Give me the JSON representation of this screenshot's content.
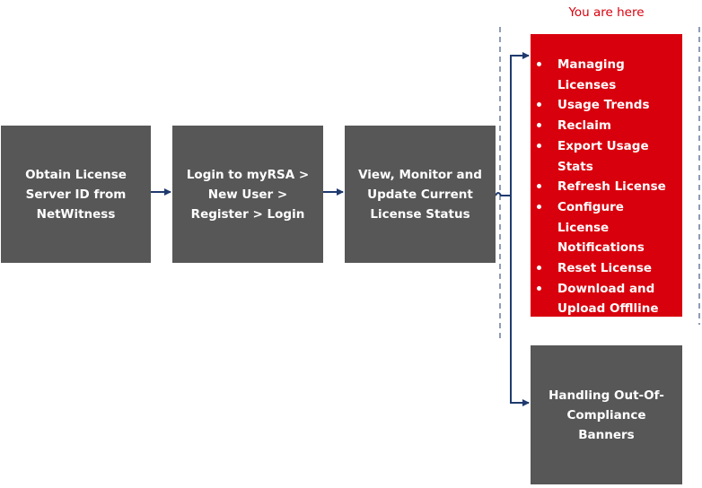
{
  "diagram": {
    "you_are_here": "You are here",
    "steps": [
      {
        "label": "Obtain License Server ID from NetWitness"
      },
      {
        "label": "Login to myRSA > New User > Register > Login"
      },
      {
        "label": "View, Monitor and Update Current License Status"
      }
    ],
    "current_step": {
      "items": [
        "Managing Licenses",
        "Usage Trends",
        "Reclaim",
        "Export Usage Stats",
        "Refresh License",
        "Configure License Notifications",
        "Reset License",
        "Download and Upload Offlline Request and Response"
      ]
    },
    "other_step": {
      "label": "Handling Out-Of-Compliance Banners"
    },
    "colors": {
      "step_box": "#575757",
      "current_box": "#d9000d",
      "connector": "#1f3a6e",
      "highlight_text": "#d9000d"
    }
  }
}
